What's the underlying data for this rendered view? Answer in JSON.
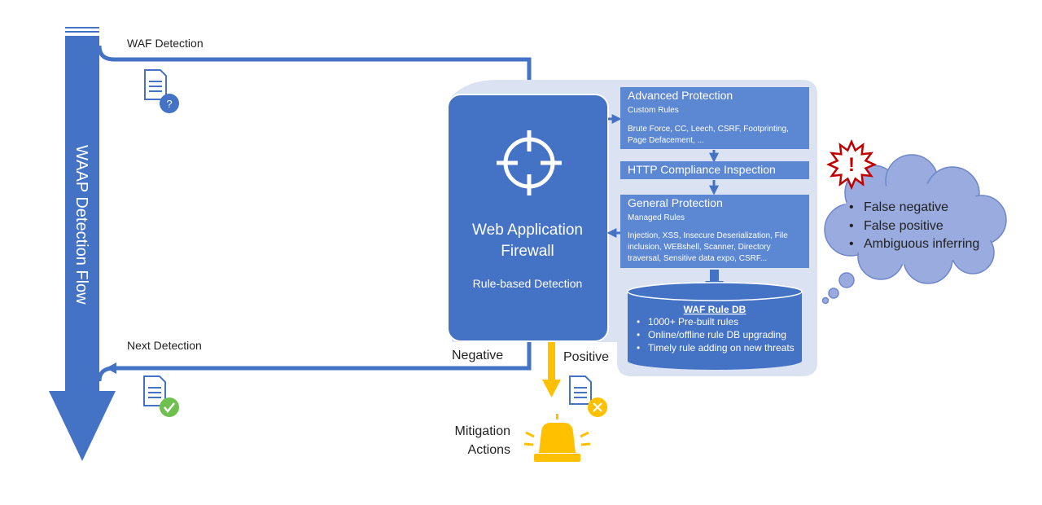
{
  "flow_label": "WAAP Detection Flow",
  "waf_detection_label": "WAF Detection",
  "next_detection_label": "Next Detection",
  "negative_label": "Negative",
  "positive_label": "Positive",
  "mitigation": [
    "Mitigation",
    "Actions"
  ],
  "waf": {
    "title": [
      "Web Application",
      "Firewall"
    ],
    "subtitle": "Rule-based Detection"
  },
  "advanced": {
    "title": "Advanced Protection",
    "subtitle": "Custom Rules",
    "lines": [
      "Brute Force, CC, Leech, CSRF, Footprinting,",
      "Page Defacement, ..."
    ]
  },
  "http": {
    "title": "HTTP Compliance Inspection"
  },
  "general": {
    "title": "General Protection",
    "subtitle": "Managed Rules",
    "lines": [
      "Injection, XSS, Insecure Deserialization, File",
      "inclusion, WEBshell, Scanner, Directory",
      "traversal, Sensitive data expo, CSRF..."
    ]
  },
  "ruledb": {
    "title": "WAF Rule DB",
    "bullets": [
      "1000+ Pre-built rules",
      "Online/offline rule DB upgrading",
      "Timely rule adding on new threats"
    ]
  },
  "issues": [
    "False negative",
    "False positive",
    "Ambiguous inferring"
  ],
  "icons": {
    "doc_question": "document-question-icon",
    "doc_ok": "document-check-icon",
    "doc_bad": "document-cross-icon",
    "crosshair": "crosshair-icon",
    "alert": "exclamation-burst-icon",
    "siren": "siren-icon"
  },
  "colors": {
    "primary": "#4472c4",
    "box": "#5b87d3",
    "panel": "#dbe2f2",
    "cloud": "#9aacdf",
    "positive": "#ffc000",
    "check": "#70c050",
    "alert": "#c00000"
  }
}
